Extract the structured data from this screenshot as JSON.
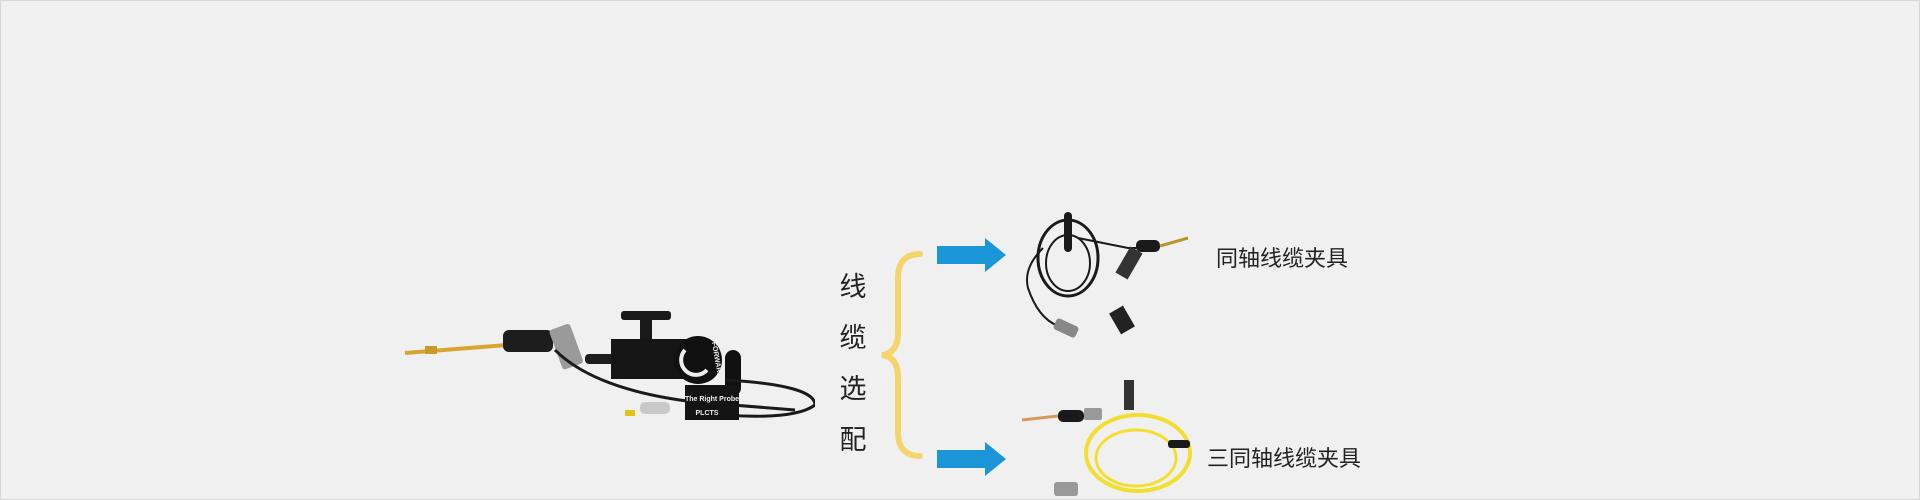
{
  "heading_vertical": [
    "线",
    "缆",
    "选",
    "配"
  ],
  "options": [
    {
      "label": "同轴线缆夹具"
    },
    {
      "label": "三同轴线缆夹具"
    }
  ],
  "probe_markings": {
    "brand": "The Right Probe",
    "model": "PLCTS",
    "knob": "FORWARD"
  },
  "colors": {
    "background": "#f0f0f0",
    "brace": "#f5d56b",
    "arrow": "#1a96d8",
    "yellow_cable": "#f2de2e"
  }
}
